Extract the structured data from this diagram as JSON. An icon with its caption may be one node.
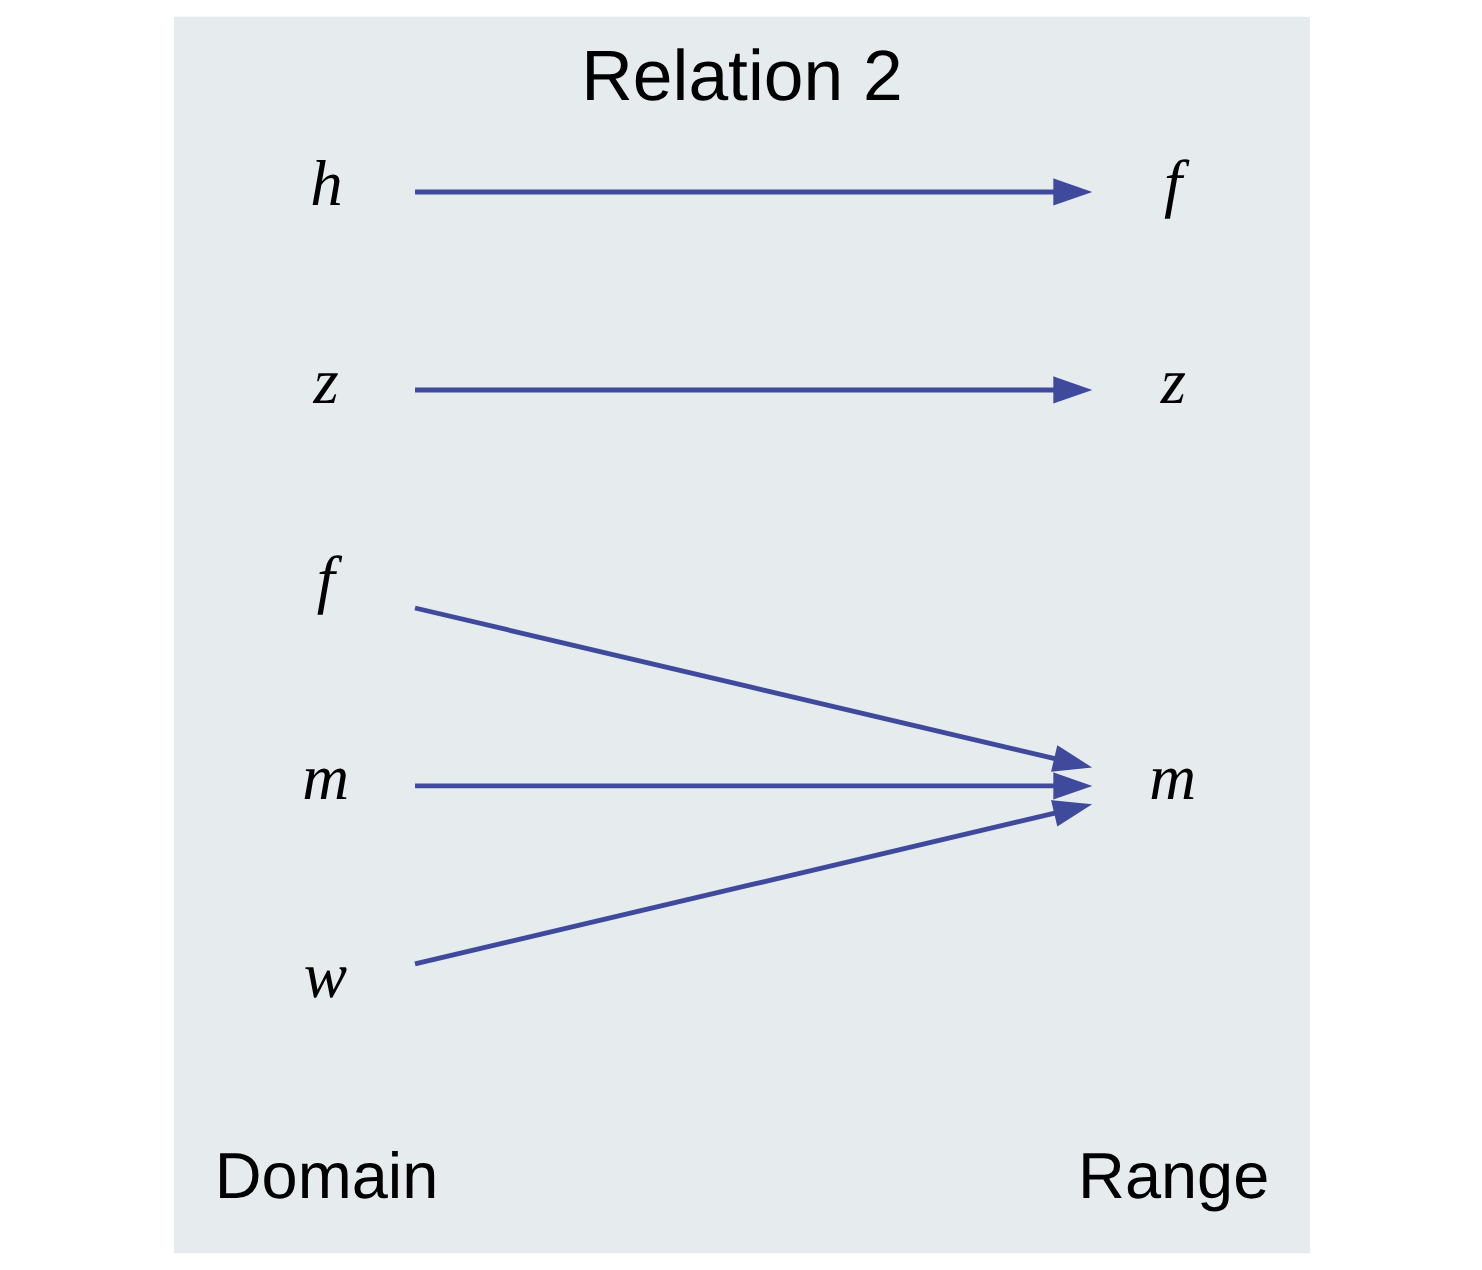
{
  "diagram": {
    "title": "Relation 2",
    "nodes": [
      {
        "text": [
          "f"
        ]
      },
      {
        "text": [
          "z"
        ]
      },
      {
        "text": [
          "m"
        ]
      },
      {
        "text": [
          "h"
        ]
      },
      {
        "text": [
          "w"
        ]
      },
      {
        "text": [
          "z"
        ]
      },
      {
        "text": [
          "m"
        ]
      },
      {
        "text": [
          "f"
        ]
      }
    ],
    "edges": [
      {
        "from": 0,
        "to": 6,
        "arrow": "to"
      },
      {
        "from": 1,
        "to": 5,
        "arrow": "to"
      },
      {
        "from": 2,
        "to": 6,
        "arrow": "to"
      },
      {
        "from": 3,
        "to": 7,
        "arrow": "to"
      },
      {
        "from": 4,
        "to": 6,
        "arrow": "to"
      }
    ],
    "labels": [
      "Domain",
      "Range"
    ]
  }
}
